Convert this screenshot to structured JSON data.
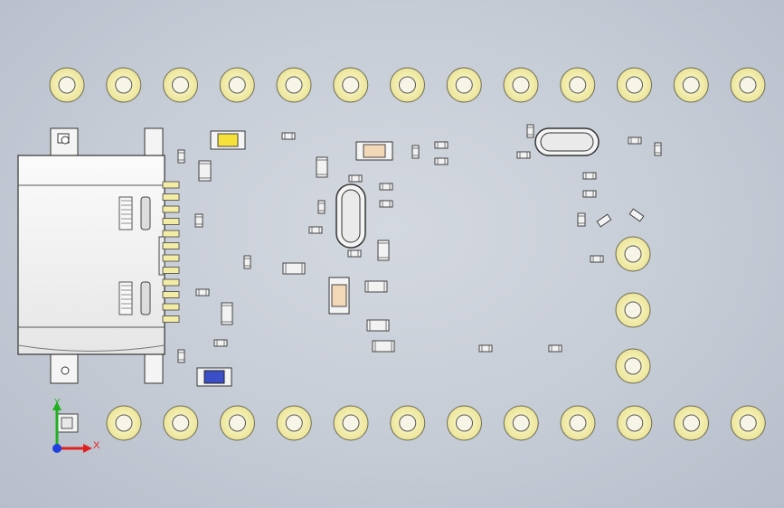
{
  "viewport": {
    "description_hidden": ""
  },
  "colors": {
    "background": "#c9ced8",
    "pad_fill": "#f5f1b8",
    "pad_stroke": "#4a4a3a",
    "component_body": "#e8e8e8",
    "usb_body": "#f4f4f4",
    "led_yellow": "#f5e13a",
    "led_blue": "#3a4ec8",
    "resistor_tan": "#f3d8b8",
    "pin_gold": "#f3eca4",
    "axis_x": "#e02020",
    "axis_y": "#20b020",
    "axis_z": "#2040e0"
  },
  "axes": {
    "x_label": "X",
    "y_label": "Y",
    "x_icon": "axis-x-arrow-icon",
    "y_icon": "axis-y-arrow-icon",
    "z_icon": "axis-z-dot-icon"
  },
  "board": {
    "top_row_pad_count": 13,
    "bottom_row_pad_count": 12,
    "side_pad_count": 3,
    "components": {
      "usb_connector": "usb-c-connector",
      "crystal_large": "crystal-oscillator",
      "crystal_small": "crystal-oscillator",
      "led_yellow": "yellow-led",
      "led_blue": "blue-led"
    }
  }
}
